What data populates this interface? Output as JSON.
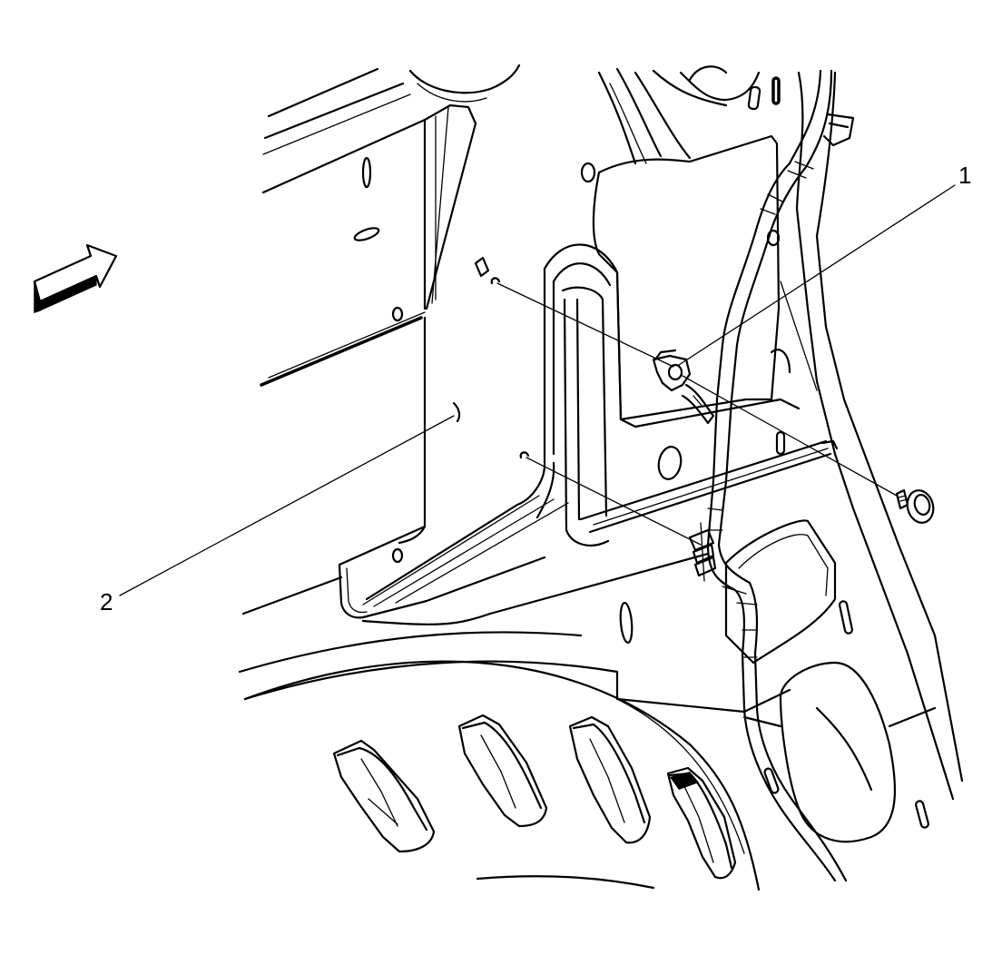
{
  "diagram": {
    "callouts": [
      {
        "id": "callout-1",
        "label": "1"
      },
      {
        "id": "callout-2",
        "label": "2"
      }
    ],
    "colors": {
      "line": "#000000",
      "background": "#ffffff"
    },
    "icons": {
      "direction_arrow": "forward-arrow-icon",
      "fastener": "bolt-icon",
      "bracket": "bracket-icon"
    }
  }
}
